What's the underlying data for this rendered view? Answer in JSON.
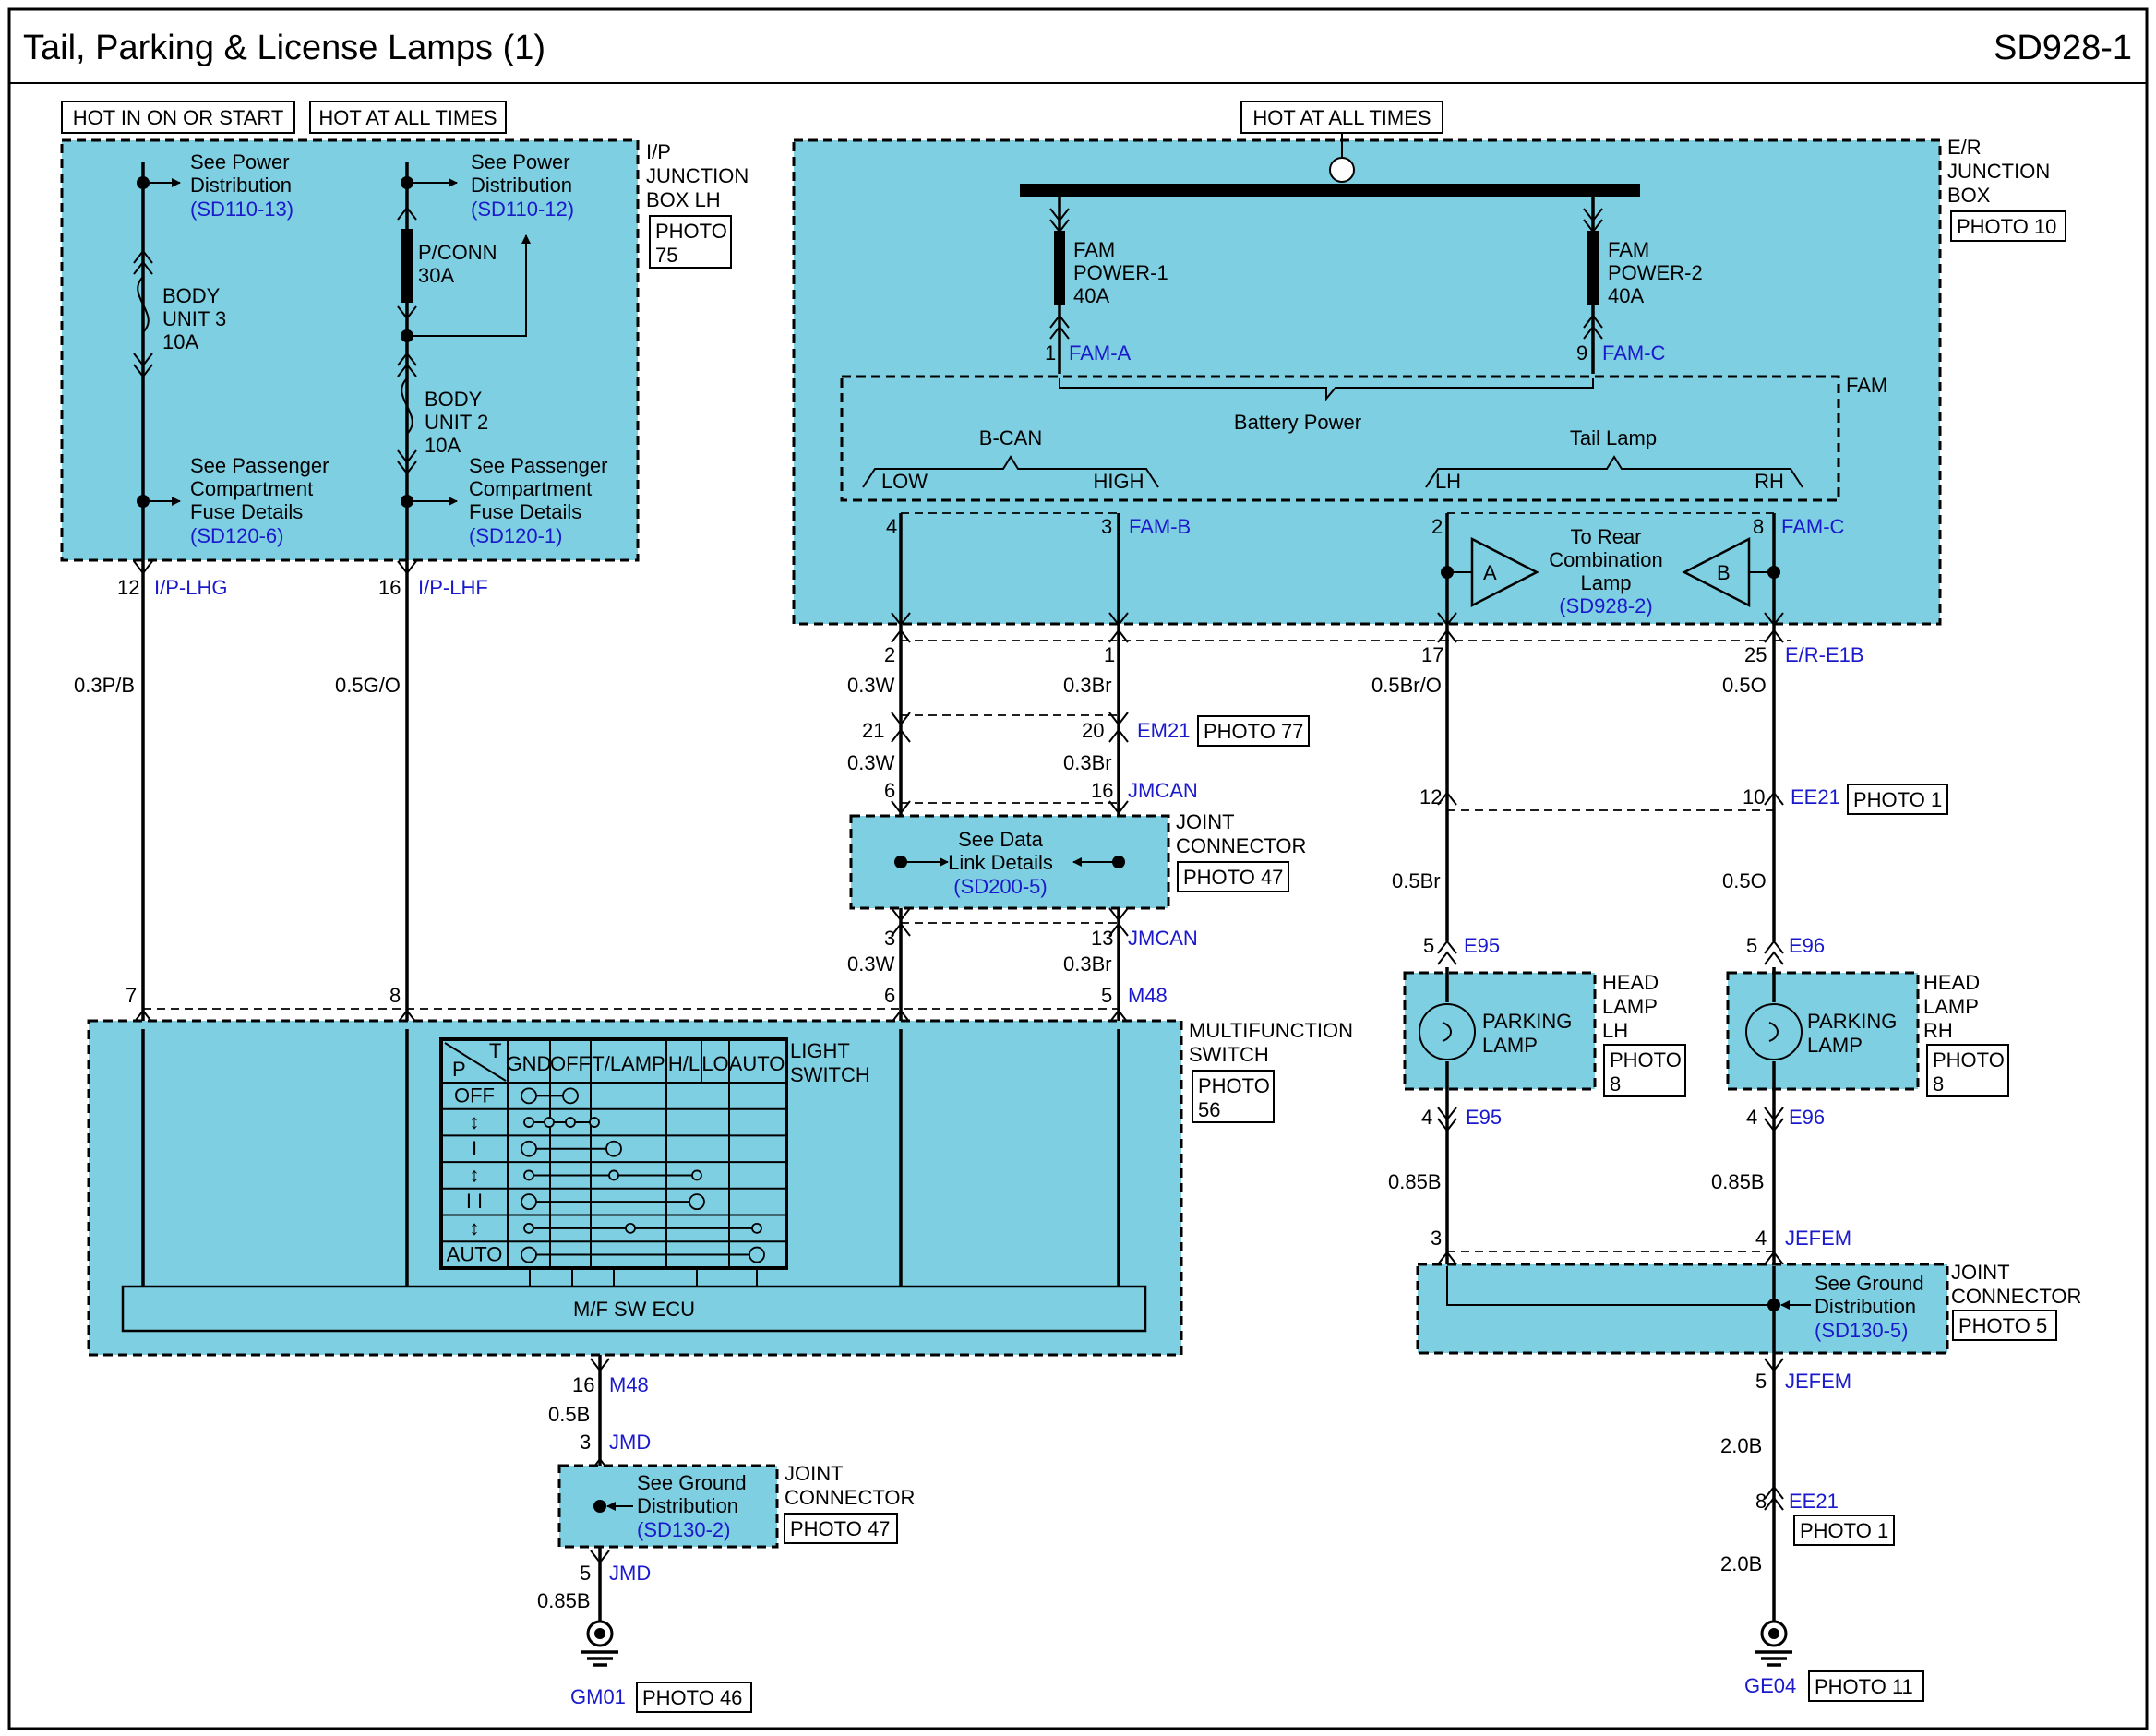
{
  "header": {
    "title": "Tail, Parking & License Lamps (1)",
    "code": "SD928-1"
  },
  "tags": {
    "hot_in_on": "HOT IN ON OR START",
    "hot_all_1": "HOT AT ALL TIMES",
    "hot_all_2": "HOT AT ALL TIMES"
  },
  "ip_box": {
    "name": [
      "I/P",
      "JUNCTION",
      "BOX LH"
    ],
    "photo": [
      "PHOTO",
      "75"
    ],
    "see_power_1": [
      "See Power",
      "Distribution"
    ],
    "ref_power_1": "(SD110-13)",
    "see_power_2": [
      "See Power",
      "Distribution"
    ],
    "ref_power_2": "(SD110-12)",
    "fuse_body3": [
      "BODY",
      "UNIT 3",
      "10A"
    ],
    "fuse_pconn": [
      "P/CONN",
      "30A"
    ],
    "fuse_body2": [
      "BODY",
      "UNIT 2",
      "10A"
    ],
    "see_pass_1": [
      "See Passenger",
      "Compartment",
      "Fuse Details"
    ],
    "ref_pass_1": "(SD120-6)",
    "see_pass_2": [
      "See Passenger",
      "Compartment",
      "Fuse Details"
    ],
    "ref_pass_2": "(SD120-1)"
  },
  "er_box": {
    "name": [
      "E/R",
      "JUNCTION",
      "BOX"
    ],
    "photo": "PHOTO 10",
    "fuse1": [
      "FAM",
      "POWER-1",
      "40A"
    ],
    "fuse2": [
      "FAM",
      "POWER-2",
      "40A"
    ],
    "pin_fama": "1",
    "conn_fama": "FAM-A",
    "pin_famc_top": "9",
    "conn_famc_top": "FAM-C",
    "fam": "FAM",
    "battery_power": "Battery Power",
    "bcan": "B-CAN",
    "tail_lamp": "Tail Lamp",
    "low": "LOW",
    "high": "HIGH",
    "lh": "LH",
    "rh": "RH",
    "pin4": "4",
    "pin3": "3",
    "conn_famb": "FAM-B",
    "pin2": "2",
    "pin8": "8",
    "conn_famc": "FAM-C",
    "to_rear": [
      "To Rear",
      "Combination",
      "Lamp"
    ],
    "ref_rear": "(SD928-2)",
    "tri_a": "A",
    "tri_b": "B"
  },
  "wires": {
    "ip_lhg_pin": "12",
    "ip_lhg": "I/P-LHG",
    "ip_lhf_pin": "16",
    "ip_lhf": "I/P-LHF",
    "w_pb": "0.3P/B",
    "w_go": "0.5G/O",
    "er_pin2": "2",
    "er_pin1": "1",
    "er_pin17": "17",
    "er_pin25": "25",
    "er_e1b": "E/R-E1B",
    "w_03w_a": "0.3W",
    "w_03br_a": "0.3Br",
    "w_05bro": "0.5Br/O",
    "w_05o_a": "0.5O",
    "em21_21": "21",
    "em21_20": "20",
    "em21": "EM21",
    "em21_photo": "PHOTO 77",
    "w_03w_b": "0.3W",
    "w_03br_b": "0.3Br",
    "jm_6": "6",
    "jm_16": "16",
    "jmcan_top": "JMCAN",
    "ee21_12": "12",
    "ee21_10": "10",
    "ee21_top": "EE21",
    "ee21_photo_top": "PHOTO 1",
    "w_05br": "0.5Br",
    "w_05o_b": "0.5O",
    "jm_3": "3",
    "jm_13": "13",
    "jmcan_bot": "JMCAN",
    "w_03w_c": "0.3W",
    "w_03br_c": "0.3Br",
    "m48_7": "7",
    "m48_8": "8",
    "m48_6": "6",
    "m48_5": "5",
    "m48_top": "M48",
    "e95_5": "5",
    "e95_top": "E95",
    "e96_5": "5",
    "e96_top": "E96",
    "e95_4": "4",
    "e95_bot": "E95",
    "e96_4": "4",
    "e96_bot": "E96",
    "w_085b_l": "0.85B",
    "w_085b_r": "0.85B",
    "jefem_3": "3",
    "jefem_4": "4",
    "jefem_top": "JEFEM",
    "jefem_5": "5",
    "jefem_bot": "JEFEM",
    "w_20b_a": "2.0B",
    "ee21_8": "8",
    "ee21_bot": "EE21",
    "ee21_photo_bot": "PHOTO 1",
    "w_20b_b": "2.0B",
    "ge04": "GE04",
    "ge04_photo": "PHOTO 11",
    "m48_16": "16",
    "m48_bot": "M48",
    "w_05b": "0.5B",
    "jmd_3": "3",
    "jmd_top": "JMD",
    "jmd_5": "5",
    "jmd_bot": "JMD",
    "w_085b_m": "0.85B",
    "gm01": "GM01",
    "gm01_photo": "PHOTO 46"
  },
  "data_link": {
    "label": [
      "See Data",
      "Link Details"
    ],
    "ref": "(SD200-5)",
    "name": [
      "JOINT",
      "CONNECTOR"
    ],
    "photo": "PHOTO 47"
  },
  "mf_switch": {
    "name": [
      "MULTIFUNCTION",
      "SWITCH"
    ],
    "photo": [
      "PHOTO",
      "56"
    ],
    "ecu": "M/F SW ECU",
    "light_switch": [
      "LIGHT",
      "SWITCH"
    ],
    "table_corner_p": "P",
    "table_corner_t": "T",
    "columns": [
      "GND",
      "OFF",
      "T/LAMP",
      "H/L",
      "LO",
      "AUTO"
    ],
    "rows": [
      "OFF",
      "↕",
      "I",
      "↕",
      "I I",
      "↕",
      "AUTO"
    ]
  },
  "parking_lh": {
    "label": [
      "PARKING",
      "LAMP"
    ],
    "name": [
      "HEAD",
      "LAMP",
      "LH"
    ],
    "photo": [
      "PHOTO",
      "8"
    ]
  },
  "parking_rh": {
    "label": [
      "PARKING",
      "LAMP"
    ],
    "name": [
      "HEAD",
      "LAMP",
      "RH"
    ],
    "photo": [
      "PHOTO",
      "8"
    ]
  },
  "ground_jc_r": {
    "label": [
      "See Ground",
      "Distribution"
    ],
    "ref": "(SD130-5)",
    "name": [
      "JOINT",
      "CONNECTOR"
    ],
    "photo": "PHOTO 5"
  },
  "ground_jc_m": {
    "label": [
      "See Ground",
      "Distribution"
    ],
    "ref": "(SD130-2)",
    "name": [
      "JOINT",
      "CONNECTOR"
    ],
    "photo": "PHOTO 47"
  }
}
